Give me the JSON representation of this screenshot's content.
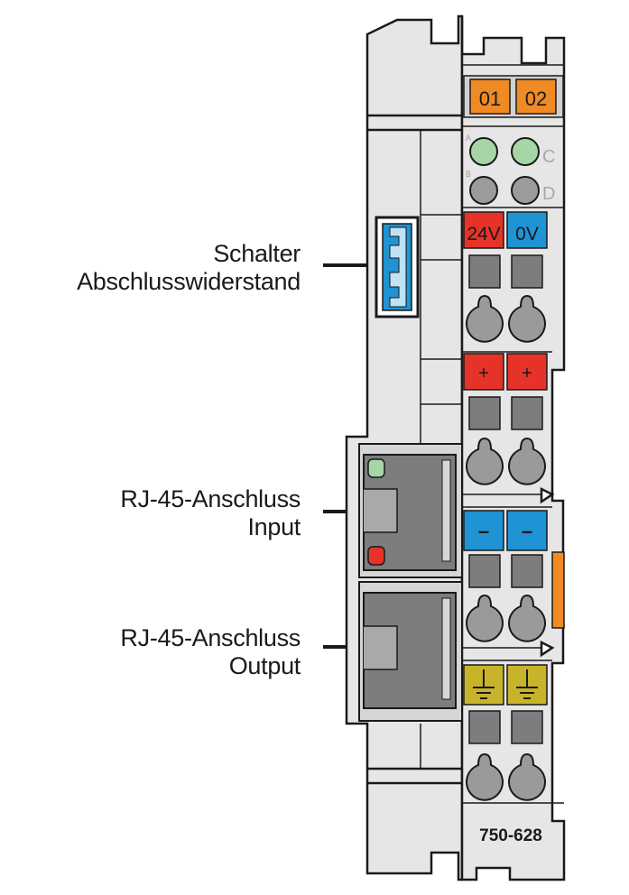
{
  "labels": {
    "switch": [
      "Schalter",
      "Abschlusswiderstand"
    ],
    "rj45_input": [
      "RJ-45-Anschluss",
      "Input"
    ],
    "rj45_output": [
      "RJ-45-Anschluss",
      "Output"
    ]
  },
  "module": {
    "model": "750-628",
    "channels": [
      "01",
      "02"
    ],
    "led_letters": [
      "A",
      "B",
      "C",
      "D"
    ],
    "supply_labels": [
      "24V",
      "0V"
    ],
    "plus_labels": [
      "+",
      "+"
    ],
    "minus_labels": [
      "–",
      "–"
    ]
  },
  "colors": {
    "body": "#e6e6e6",
    "outline": "#1a1a1a",
    "channel_orange": "#f08a24",
    "supply_red": "#e63329",
    "supply_blue": "#1f93d3",
    "ground_yellow": "#c8b42a",
    "led_green": "#a6d6a6",
    "led_grey": "#9b9b9b",
    "terminal_grey": "#7d7d7d"
  }
}
